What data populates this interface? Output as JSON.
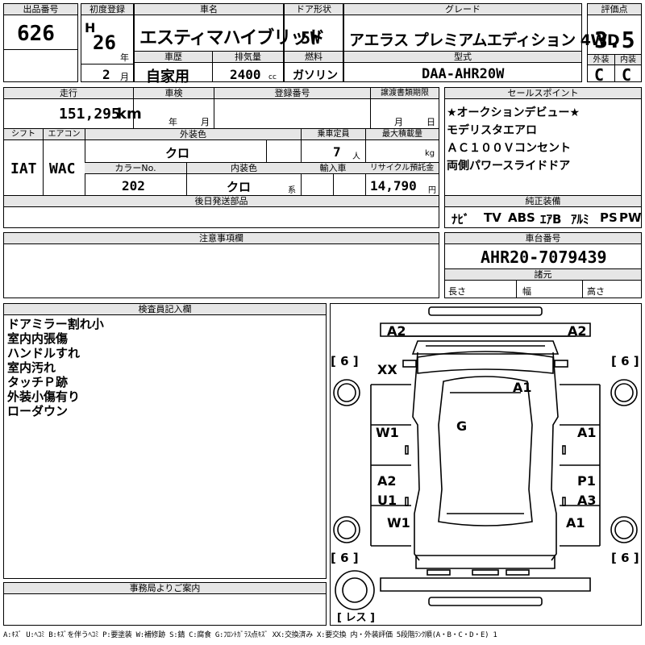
{
  "header": {
    "lot_label": "出品番号",
    "lot_value": "626",
    "first_reg_label": "初度登録",
    "era": "H",
    "year": "26",
    "year_unit": "年",
    "month": "2",
    "month_unit": "月",
    "car_name_label": "車名",
    "car_name": "エスティマハイブリッド",
    "car_history_label": "車歴",
    "car_history": "自家用",
    "displacement_label": "排気量",
    "displacement": "2400",
    "displacement_unit": "cc",
    "door_label": "ドア形状",
    "door": "5W",
    "fuel_label": "燃料",
    "fuel": "ガソリン",
    "grade_label": "グレード",
    "grade": "アエラス プレミアムエディション 4WD",
    "model_label": "型式",
    "model": "DAA-AHR20W",
    "score_label": "評価点",
    "score": "3.5",
    "exterior_label": "外装",
    "exterior": "C",
    "interior_label": "内装",
    "interior": "C"
  },
  "details": {
    "mileage_label": "走行",
    "mileage": "151,295",
    "mileage_unit": "km",
    "inspection_label": "車検",
    "inspection_year_unit": "年",
    "inspection_month_unit": "月",
    "reg_no_label": "登録番号",
    "transfer_label": "譲渡書類期限",
    "transfer_month_unit": "月",
    "transfer_day_unit": "日",
    "shift_label": "シフト",
    "shift": "IAT",
    "ac_label": "エアコン",
    "ac": "WAC",
    "ext_color_label": "外装色",
    "ext_color": "クロ",
    "capacity_label": "乗車定員",
    "capacity": "7",
    "capacity_unit": "人",
    "max_load_label": "最大積載量",
    "max_load_unit": "kg",
    "color_no_label": "カラーNo.",
    "color_no": "202",
    "int_color_label": "内装色",
    "int_color": "クロ",
    "int_color_unit": "系",
    "import_label": "輸入車",
    "recycle_label": "リサイクル預託金",
    "recycle": "14,790",
    "recycle_unit": "円",
    "later_label": "後日発送部品"
  },
  "sales_points": {
    "label": "セールスポイント",
    "lines": [
      "★オークションデビュー★",
      "モデリスタエアロ",
      "ＡＣ１００Ｖコンセント",
      "両側パワースライドドア"
    ]
  },
  "equipment": {
    "label": "純正装備",
    "items": [
      "ﾅﾋﾞ",
      "TV",
      "ABS",
      "ｴｱB",
      "ｱﾙﾐ",
      "PS",
      "PW"
    ]
  },
  "notes": {
    "label": "注意事項欄"
  },
  "chassis": {
    "label": "車台番号",
    "value": "AHR20-7079439",
    "dims_label": "諸元",
    "length": "長さ",
    "width": "幅",
    "height": "高さ"
  },
  "inspector": {
    "label": "検査員記入欄",
    "lines": [
      "ドアミラー割れ小",
      "室内内張傷",
      "ハンドルすれ",
      "室内汚れ",
      "タッチＰ跡",
      "外装小傷有り",
      "ローダウン"
    ]
  },
  "diagram": {
    "marks": [
      "A2",
      "A2",
      "XX",
      "A1",
      "G",
      "W1",
      "A1",
      "A2",
      "U1",
      "P1",
      "A3",
      "W1",
      "A1"
    ],
    "tire": "6",
    "spare": "レス"
  },
  "office": {
    "label": "事務局よりご案内"
  },
  "footer": "A:ｷｽﾞ U:ﾍｺﾐ B:ｷｽﾞを伴うﾍｺﾐ P:要塗装 W:補修跡 S:錆 C:腐食 G:ﾌﾛﾝﾄｶﾞﾗｽ点ｷｽﾞ XX:交換済み X:要交換 内・外装評価 5段階ﾗﾝｸ順(A・B・C・D・E) 1"
}
